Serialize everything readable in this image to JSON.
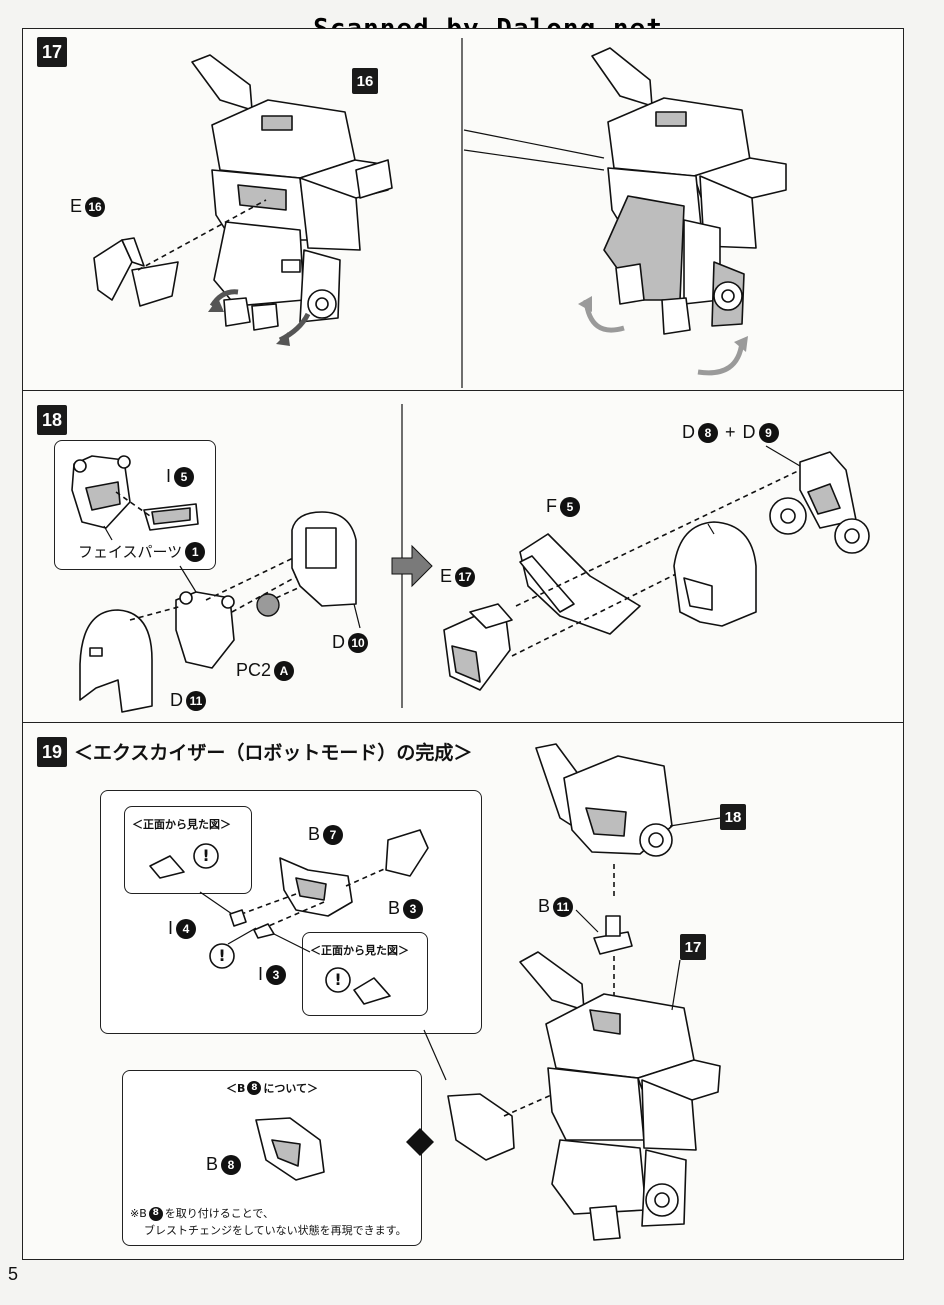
{
  "watermark": "Scanned by Dalong.net",
  "page_number": "5",
  "step17": {
    "number": "17",
    "subassembly_ref": "16",
    "part_label": {
      "letter": "E",
      "num": "16"
    }
  },
  "step18": {
    "number": "18",
    "face_parts": {
      "label": "フェイスパーツ",
      "num": "1"
    },
    "parts": {
      "i5": {
        "letter": "I",
        "num": "5"
      },
      "pc2a": {
        "letter": "PC2",
        "num": "A"
      },
      "d10": {
        "letter": "D",
        "num": "10"
      },
      "d11": {
        "letter": "D",
        "num": "11"
      },
      "f5": {
        "letter": "F",
        "num": "5"
      },
      "e17": {
        "letter": "E",
        "num": "17"
      },
      "d8": {
        "letter": "D",
        "num": "8"
      },
      "plus": "+",
      "d9": {
        "letter": "D",
        "num": "9"
      }
    }
  },
  "step19": {
    "number": "19",
    "title": "＜エクスカイザー（ロボットモード）の完成＞",
    "front_view_title": "＜正面から見た図＞",
    "front_view_title_2": "＜正面から見た図＞",
    "parts": {
      "b7": {
        "letter": "B",
        "num": "7"
      },
      "b3": {
        "letter": "B",
        "num": "3"
      },
      "i4": {
        "letter": "I",
        "num": "4"
      },
      "i3": {
        "letter": "I",
        "num": "3"
      },
      "b11": {
        "letter": "B",
        "num": "11"
      },
      "b8": {
        "letter": "B",
        "num": "8"
      }
    },
    "ref_18": "18",
    "ref_17": "17",
    "b8_box": {
      "title_pre": "＜B",
      "title_num": "8",
      "title_post": "について＞",
      "note_line1_pre": "※B",
      "note_line1_num": "8",
      "note_line1_post": "を取り付けることで、",
      "note_line2": "ブレストチェンジをしていない状態を再現できます。"
    },
    "exclaim": "!"
  }
}
